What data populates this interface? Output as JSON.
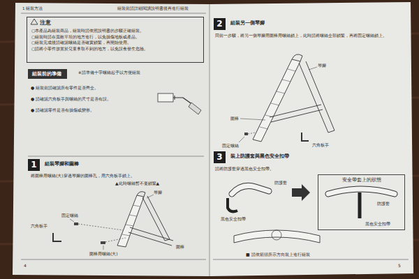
{
  "diagram": {
    "nodes": [
      {
        "text": [
          "注意",
          "○本產品為組裝商品，組裝時請依照說明書的步驟正確組裝。",
          "○組裝時請在寬敞平坦的地方進行，以免損傷地板或產品。",
          "○組裝完成後請確認螺絲是否確實鎖緊，再開始使用。",
          "○請將小零件放置於兒童拿取不到的地方，以免誤食發生危險。"
        ]
      },
      {
        "text": [
          "組裝前的準備"
        ]
      },
      {
        "text": [
          "1"
        ]
      },
      {
        "text": [
          "2"
        ]
      },
      {
        "text": [
          "3"
        ]
      },
      {
        "text": [
          "安全帶套上的狀態"
        ]
      }
    ],
    "labels": [
      "1 組裝方法",
      "組裝前請詳細閱讀說明書後再進行組裝",
      "※請準備十字螺絲起子以方便組裝",
      "● 組裝前請確認所有零件是否齊全。",
      "● 請確認六角板手與螺絲的尺寸是否有誤。",
      "● 請確認零件是否有損傷或變形。",
      "組裝琴腳和圍棒",
      "將圍棒用螺絲(大)穿過琴腳的圍棒孔，用六角板手鎖上。",
      "▲此時螺絲暫不要鎖緊▲",
      "琴腳",
      "六角板手",
      "固定螺絲",
      "圍棒用螺絲(大)",
      "圍棒",
      "4",
      "組裝另一側琴腳",
      "同前一步驟，將另一側琴腳用圍棒用螺絲鎖上，此時請將螺絲全部鎖緊，再將固定螺絲鎖上。",
      "琴腳",
      "圍棒",
      "六角板手",
      "固定螺絲",
      "裝上防護套與黑色安全扣帶",
      "請將防護套穿過黑色安全扣帶。",
      "防護套",
      "黑色安全扣帶",
      "防護套",
      "黑色安全扣帶",
      "■ 請依箭頭所示方向裝上進行組裝",
      "5"
    ]
  }
}
